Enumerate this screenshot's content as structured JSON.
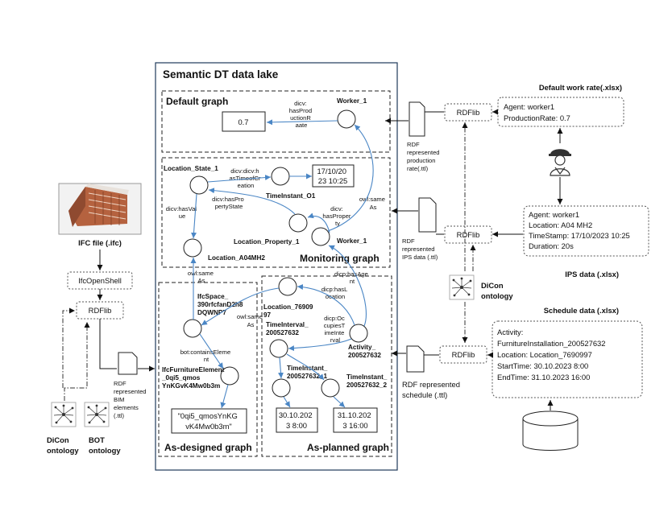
{
  "lake": {
    "title": "Semantic DT data lake"
  },
  "default_graph": {
    "title": "Default graph",
    "rel": [
      "dicv:",
      "hasProd",
      "uctionR",
      "aate"
    ],
    "value": "0.7",
    "worker": "Worker_1"
  },
  "monitoring_graph": {
    "title": "Monitoring graph",
    "location_state": "Location_State_1",
    "rel_time": [
      "dicv:dicv:h",
      "asTimeofCr",
      "eation"
    ],
    "time_instant": "TimeInstant_O1",
    "time_value": [
      "17/10/20",
      "23 10:25"
    ],
    "rel_prop_state": [
      "dicv:hasPro",
      "pertyState"
    ],
    "rel_value": [
      "dicv:hasVal",
      "ue"
    ],
    "rel_property": [
      "dicv:",
      "hasProper",
      "ty"
    ],
    "location_property": "Location_Property_1",
    "location": "Location_A04MH2",
    "worker": "Worker_1",
    "same_as_top": [
      "owl:same",
      "As"
    ]
  },
  "designed_graph": {
    "title": "As-designed graph",
    "same_as": [
      "owl:same",
      "As"
    ],
    "space": [
      "IfcSpace_",
      "390rfcfanD2h8",
      "DQWNP7"
    ],
    "rel_contains": [
      "bot:containsEleme",
      "nt"
    ],
    "furniture": [
      "IfcFurnitureElement",
      "_0qi5_qmos",
      "YnKGvK4Mw0b3m"
    ],
    "literal": [
      "\"0qi5_qmosYnKG",
      "vK4Mw0b3m\""
    ]
  },
  "planned_graph": {
    "title": "As-planned graph",
    "same_as": [
      "owl:same",
      "As"
    ],
    "rel_agent": [
      "dicp:hasAge",
      "nt"
    ],
    "rel_location": [
      "dicp:hasL",
      "ocation"
    ],
    "location": [
      "Location_76909",
      "97"
    ],
    "interval": [
      "TimeInterval_",
      "200527632"
    ],
    "rel_occupies": [
      "dicp:Oc",
      "cupiesT",
      "imeInte",
      "rval"
    ],
    "activity": [
      "Activity_",
      "200527632"
    ],
    "instant1": [
      "TimeInstant_",
      "200527632_1"
    ],
    "instant2": [
      "TimeInstant_",
      "200527632_2"
    ],
    "value1": [
      "30.10.202",
      "3 8:00"
    ],
    "value2": [
      "31.10.202",
      "3 16:00"
    ]
  },
  "left": {
    "ifc_file": "IFC file (.ifc)",
    "ifcopenshell": "IfcOpenShell",
    "rdflib": "RDFlib",
    "rdf_bim": [
      "RDF",
      "represented",
      "BIM",
      "elements",
      "(.ttl)"
    ],
    "dicon": [
      "DiCon",
      "ontology"
    ],
    "bot": [
      "BOT",
      "ontology"
    ]
  },
  "right": {
    "work_rate_title": "Default work rate(.xlsx)",
    "work_rate": [
      "Agent: worker1",
      "ProductionRate: 0.7"
    ],
    "rdflib1": "RDFlib",
    "rdf_rate": [
      "RDF",
      "represented",
      "production",
      "rate(.ttl)"
    ],
    "ips_title": "IPS data (.xlsx)",
    "ips": [
      "Agent: worker1",
      "Location: A04 MH2",
      "TimeStamp: 17/10/2023 10:25",
      "Duration: 20s"
    ],
    "rdflib2": "RDFlib",
    "rdf_ips": [
      "RDF",
      "represented",
      "IPS data (.ttl)"
    ],
    "dicon": [
      "DiCon",
      "ontology"
    ],
    "schedule_title": "Schedule data (.xlsx)",
    "schedule": [
      "Activity:",
      "FurnitureInstallation_200527632",
      "Location: Location_7690997",
      "StartTime: 30.10.2023 8:00",
      "EndTime: 31.10.2023 16:00"
    ],
    "rdflib3": "RDFlib",
    "rdf_schedule": [
      "RDF represented",
      "schedule (.ttl)"
    ]
  },
  "colors": {
    "edge": "#4a86c5",
    "building": "#a0553b"
  },
  "icons": [
    "building-icon",
    "worker-icon",
    "ontology-graph-icon",
    "document-icon",
    "database-icon"
  ]
}
